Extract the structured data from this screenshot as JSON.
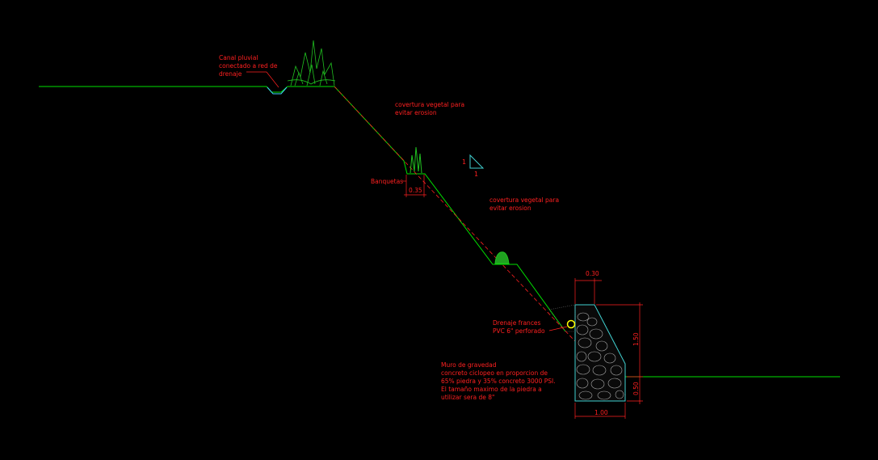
{
  "annotations": {
    "canal": [
      "Canal pluvial",
      "conectado a red de",
      "drenaje"
    ],
    "cover1": [
      "covertura vegetal para",
      "evitar erosion"
    ],
    "cover2": [
      "covertura vegetal para",
      "evitar erosion"
    ],
    "banquetas": "Banquetas",
    "drain": [
      "Drenaje frances",
      "PVC 6\" perforado"
    ],
    "wall": [
      "Muro de gravedad",
      "concreto ciclopeo en proporcion de",
      "65% piedra y 35% concreto 3000 PSI.",
      "El tamaño maximo de la piedra a",
      "utilizar sera de 8\""
    ]
  },
  "dimensions": {
    "bench_width": "0.35",
    "top_width": "0.30",
    "wall_height": "1.50",
    "base_height": "0.50",
    "base_width": "1.00"
  },
  "slope_ratio": {
    "rise": "1",
    "run": "1"
  },
  "colors": {
    "background": "#000000",
    "ground": "#00e000",
    "annotation": "#ff2020",
    "wall": "#40d0d0",
    "vegetation": "#20c020",
    "drain": "#ffff00"
  }
}
